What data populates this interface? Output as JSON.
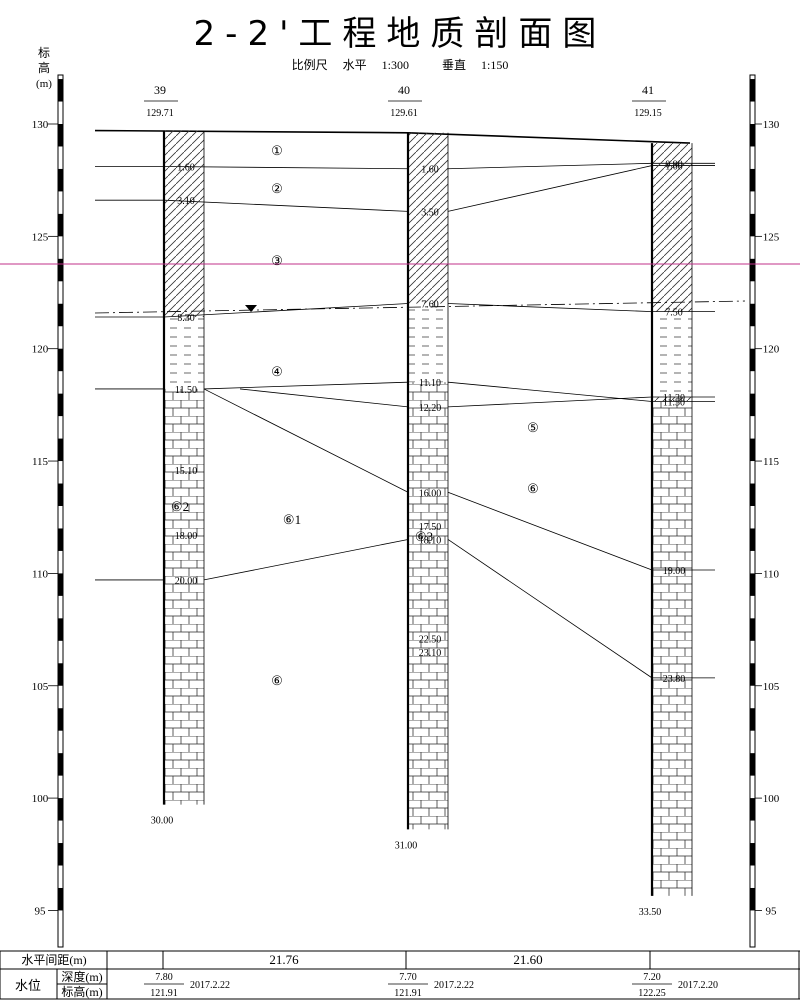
{
  "title": "2-2'工程地质剖面图",
  "scale": {
    "label": "比例尺",
    "horizontal": "水平",
    "horizontal_value": "1:300",
    "vertical": "垂直",
    "vertical_value": "1:150"
  },
  "axis": {
    "label": "标高(m)",
    "ticks": [
      130,
      125,
      120,
      115,
      110,
      105,
      100,
      95
    ]
  },
  "boreholes": [
    {
      "id": "39",
      "elevation": "129.71",
      "total_depth": "30.00",
      "depths": [
        "1.60",
        "3.10",
        "8.30",
        "11.50",
        "15.10",
        "18.00",
        "20.00"
      ]
    },
    {
      "id": "40",
      "elevation": "129.61",
      "total_depth": "31.00",
      "depths": [
        "1.60",
        "3.50",
        "7.60",
        "12.20",
        "11.10",
        "16.00",
        "17.50",
        "18.10",
        "23.10",
        "22.50"
      ]
    },
    {
      "id": "41",
      "elevation": "129.15",
      "total_depth": "33.50",
      "depths": [
        "0.90",
        "1.00",
        "7.50",
        "11.30",
        "11.50",
        "19.00",
        "23.80"
      ]
    }
  ],
  "layers": [
    "①",
    "②",
    "③",
    "④",
    "⑤",
    "⑥",
    "⑥1",
    "⑥2",
    "⑥3",
    "⑥"
  ],
  "table": {
    "distance_label": "水平间距(m)",
    "distances": [
      "21.76",
      "21.60"
    ],
    "water_label": "水位",
    "depth_label": "深度(m)",
    "elev_label": "标高(m)",
    "water": [
      {
        "depth": "7.80",
        "elev": "121.91",
        "date": "2017.2.22"
      },
      {
        "depth": "7.70",
        "elev": "121.91",
        "date": "2017.2.22"
      },
      {
        "depth": "7.20",
        "elev": "122.25",
        "date": "2017.2.20"
      }
    ]
  }
}
